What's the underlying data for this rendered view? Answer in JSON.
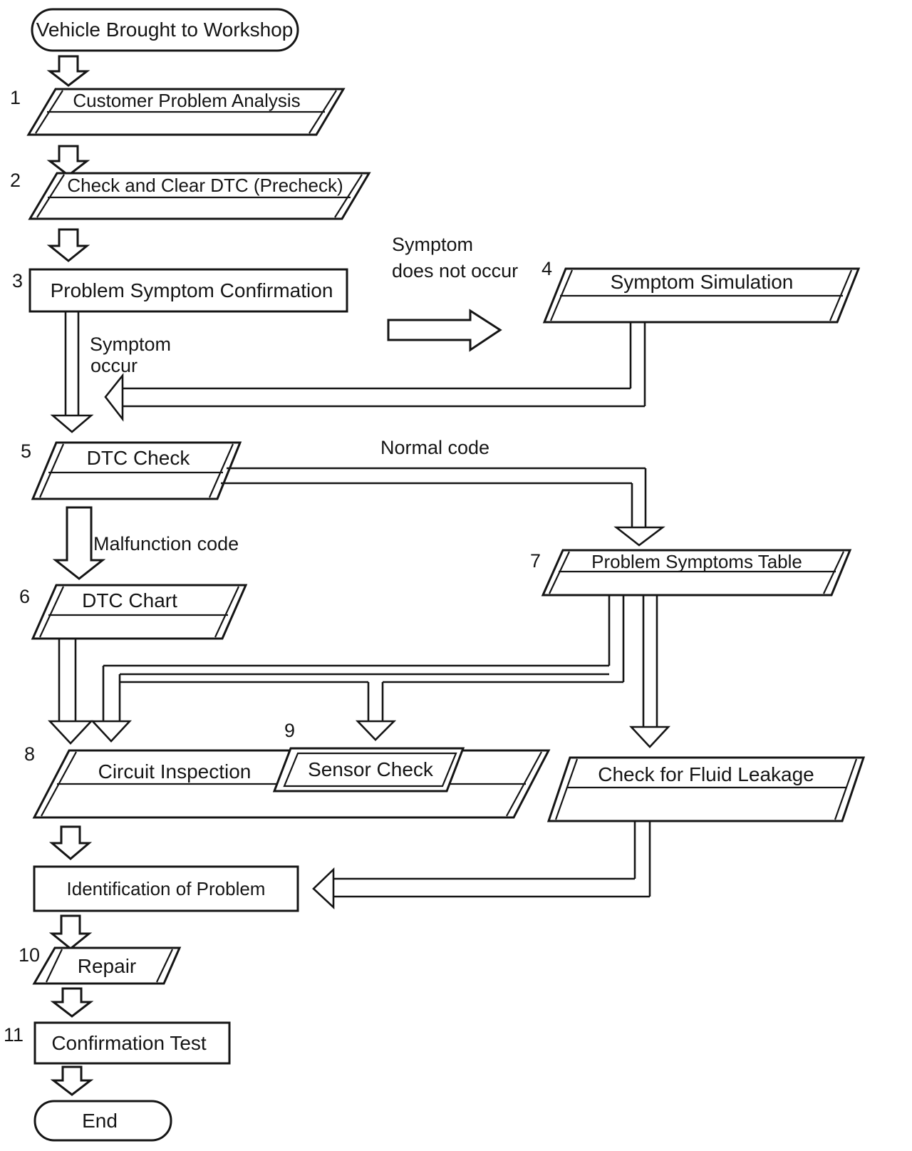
{
  "figure": {
    "start": {
      "label": "Vehicle Brought to Workshop"
    },
    "end": {
      "label": "End"
    },
    "steps": [
      {
        "num": "1",
        "label": "Customer Problem Analysis"
      },
      {
        "num": "2",
        "label": "Check and Clear DTC (Precheck)"
      },
      {
        "num": "3",
        "label": "Problem Symptom Confirmation"
      },
      {
        "num": "4",
        "label": "Symptom Simulation"
      },
      {
        "num": "5",
        "label": "DTC Check"
      },
      {
        "num": "6",
        "label": "DTC Chart"
      },
      {
        "num": "7",
        "label": "Problem Symptoms Table"
      },
      {
        "num": "8",
        "label": "Circuit Inspection"
      },
      {
        "num": "9",
        "label": "Sensor Check"
      },
      {
        "num": "10",
        "label": "Repair"
      },
      {
        "num": "11",
        "label": "Confirmation Test"
      }
    ],
    "other_nodes": {
      "fluid_leakage": "Check for Fluid Leakage",
      "identification": "Identification of Problem"
    },
    "edges": {
      "symptom_not_occur_line1": "Symptom",
      "symptom_not_occur_line2": "does not occur",
      "symptom_occur_line1": "Symptom",
      "symptom_occur_line2": "occur",
      "normal_code": "Normal code",
      "malfunction_code": "Malfunction code"
    },
    "colors": {
      "ink": "#151515",
      "background": "#ffffff"
    }
  }
}
